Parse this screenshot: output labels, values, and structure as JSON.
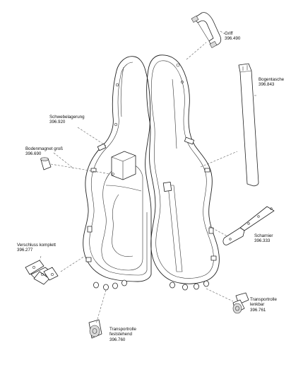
{
  "labels": {
    "griff": {
      "name": "Griff",
      "number": "396.490"
    },
    "bogentasche": {
      "name": "Bogentasche",
      "number": "396.843"
    },
    "schwebelagerung": {
      "name": "Schwebelagerung",
      "number": "396.920"
    },
    "bodenmagnet": {
      "name": "Bodenmagnet groß",
      "number": "396.690"
    },
    "scharnier": {
      "name": "Scharnier",
      "number": "396.333"
    },
    "verschluss": {
      "name": "Verschluss komplett",
      "number": "396.277"
    },
    "transportrolle_lenkbar": {
      "name": "Transportrolle lenkbar",
      "number": "396.761"
    },
    "transportrolle_feststehend": {
      "name": "Transportrolle feststehend",
      "number": "396.760"
    }
  }
}
